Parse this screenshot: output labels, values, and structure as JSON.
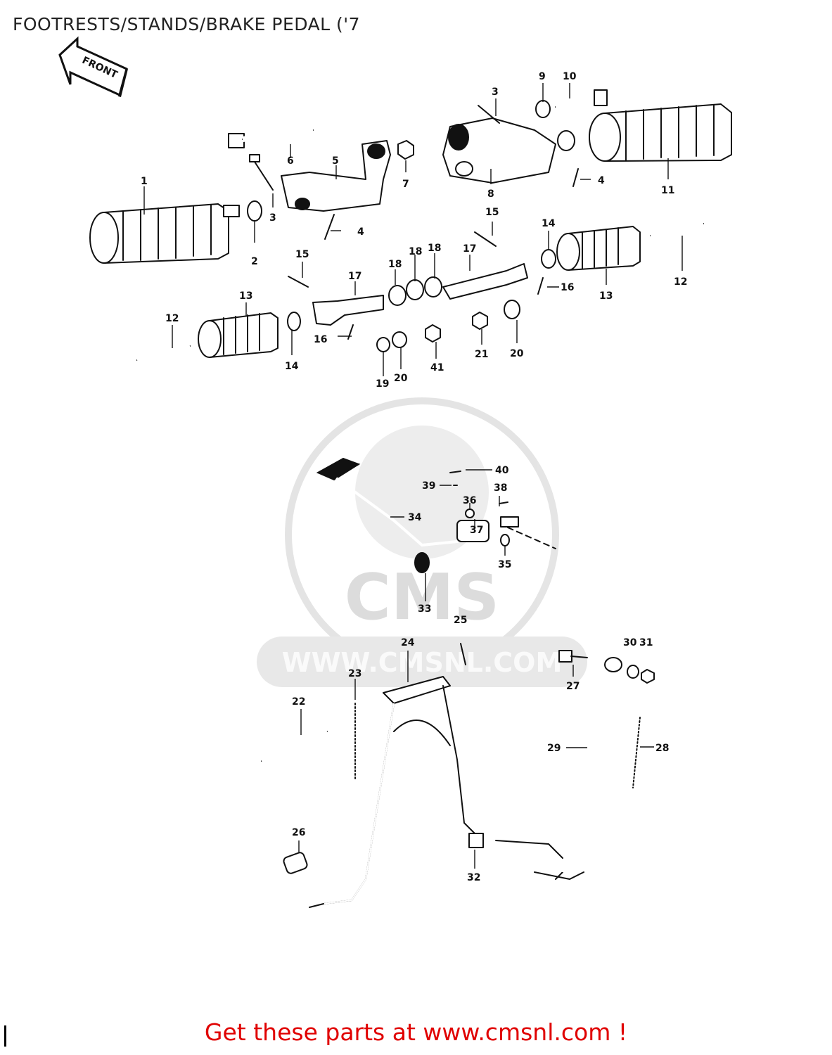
{
  "header": {
    "title": "FOOTRESTS/STANDS/BRAKE PEDAL ('7"
  },
  "footer": {
    "cta": "Get these parts at www.cmsnl.com !"
  },
  "front_arrow": {
    "label": "FRONT"
  },
  "watermark": {
    "brand": "CMS",
    "url": "WWW.CMSNL.COM"
  },
  "callouts": {
    "c1": "1",
    "c2": "2",
    "c3a": "3",
    "c3b": "3",
    "c4a": "4",
    "c4b": "4",
    "c5": "5",
    "c6": "6",
    "c7": "7",
    "c8": "8",
    "c9": "9",
    "c10": "10",
    "c11": "11",
    "c12a": "12",
    "c12b": "12",
    "c13a": "13",
    "c13b": "13",
    "c14a": "14",
    "c14b": "14",
    "c15a": "15",
    "c15b": "15",
    "c16a": "16",
    "c16b": "16",
    "c17a": "17",
    "c17b": "17",
    "c18a": "18",
    "c18b": "18",
    "c18c": "18",
    "c19": "19",
    "c20a": "20",
    "c20b": "20",
    "c21": "21",
    "c41": "41",
    "c22": "22",
    "c23": "23",
    "c24": "24",
    "c25": "25",
    "c26": "26",
    "c27": "27",
    "c28": "28",
    "c29": "29",
    "c30": "30",
    "c31": "31",
    "c32": "32",
    "c33": "33",
    "c34": "34",
    "c35": "35",
    "c36": "36",
    "c37": "37",
    "c38": "38",
    "c39": "39",
    "c40": "40"
  }
}
